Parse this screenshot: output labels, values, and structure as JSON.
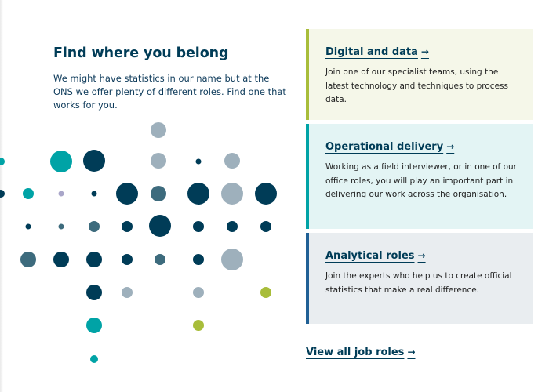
{
  "section": {
    "title": "Find where you belong",
    "intro": "We might have statistics in our name but at the ONS we offer plenty of different roles. Find one that works for you."
  },
  "cards": [
    {
      "title": "Digital and data",
      "arrow_icon": "arrow-right-icon",
      "description": "Join one of our specialist teams, using the latest technology and techniques to process data.",
      "bg_color": "#f5f7e9",
      "accent_color": "#a8bd3a"
    },
    {
      "title": "Operational delivery",
      "arrow_icon": "arrow-right-icon",
      "description": "Working as a field interviewer, or in one of our office roles, you will play an important part in delivering our work across the organisation.",
      "bg_color": "#e3f4f4",
      "accent_color": "#00a3a6"
    },
    {
      "title": "Analytical roles",
      "arrow_icon": "arrow-right-icon",
      "description": "Join the experts who help us to create official statistics that make a real difference.",
      "bg_color": "#e9edf0",
      "accent_color": "#206095"
    }
  ],
  "view_all": {
    "label": "View all job roles",
    "arrow_icon": "arrow-right-icon"
  },
  "colors": {
    "navy": "#003c57",
    "teal": "#00a3a6",
    "slate": "#3d6b7d",
    "grey": "#9eb0bc",
    "lime": "#a8bd3a",
    "lavender": "#a9a6c9"
  }
}
